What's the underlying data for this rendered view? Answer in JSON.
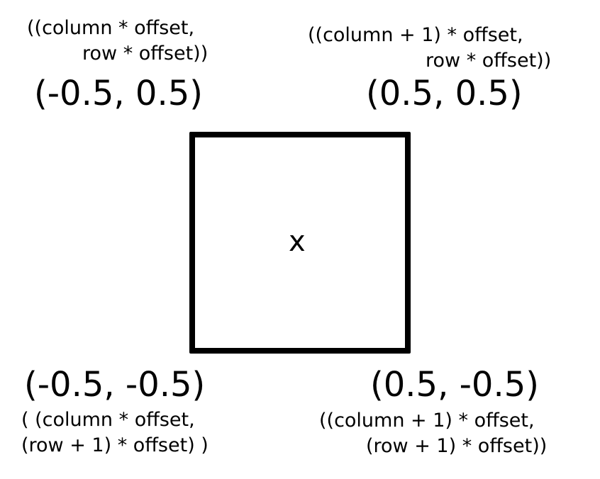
{
  "corners": {
    "top_left": {
      "formula_line1": "((column * offset,",
      "formula_line2": "row * offset))",
      "coordinate": "(-0.5, 0.5)"
    },
    "top_right": {
      "formula_line1": "((column + 1) * offset,",
      "formula_line2": "row * offset))",
      "coordinate": "(0.5, 0.5)"
    },
    "bottom_left": {
      "coordinate": "(-0.5, -0.5)",
      "formula_line1": "( (column * offset,",
      "formula_line2": "(row + 1) * offset) )"
    },
    "bottom_right": {
      "coordinate": "(0.5, -0.5)",
      "formula_line1": "((column + 1) * offset,",
      "formula_line2": "(row + 1) * offset))"
    }
  },
  "square": {
    "center_label": "x"
  }
}
